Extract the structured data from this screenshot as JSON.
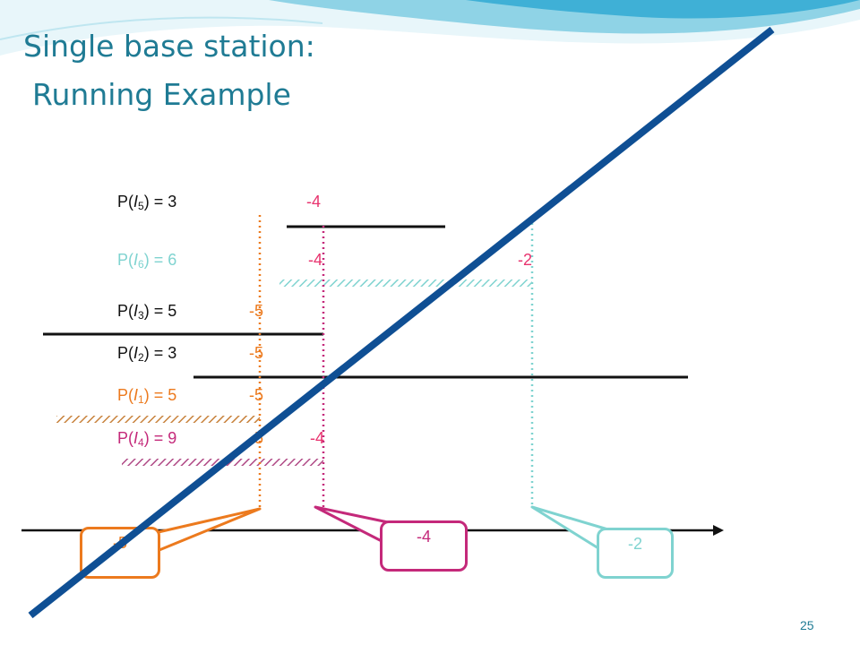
{
  "title_line1": "Single base station:",
  "title_line2": "Running Example",
  "intervals": [
    {
      "fn": "P(",
      "var": "I",
      "sub": "5",
      "suffix": ") = 3",
      "values": [
        "-4"
      ],
      "color": "#111111"
    },
    {
      "fn": "P(",
      "var": "I",
      "sub": "6",
      "suffix": ") = 6",
      "values": [
        "-4",
        "-2"
      ],
      "color": "#7fd3d0"
    },
    {
      "fn": "P(",
      "var": "I",
      "sub": "3",
      "suffix": ") = 5",
      "values": [
        "-5"
      ],
      "color": "#111111"
    },
    {
      "fn": "P(",
      "var": "I",
      "sub": "2",
      "suffix": ") = 3",
      "values": [
        "-5"
      ],
      "color": "#111111"
    },
    {
      "fn": "P(",
      "var": "I",
      "sub": "1",
      "suffix": ") = 5",
      "values": [
        "-5"
      ],
      "color": "#ec7a1e"
    },
    {
      "fn": "P(",
      "var": "I",
      "sub": "4",
      "suffix": ") = 9",
      "values": [
        "-5",
        "-4"
      ],
      "color": "#c4297a"
    }
  ],
  "callouts": [
    {
      "label": "-5",
      "color": "#ec7a1e"
    },
    {
      "label": "-4",
      "color": "#c4297a"
    },
    {
      "label": "-2",
      "color": "#7fd3d0"
    }
  ],
  "page_number": "25",
  "colors": {
    "title": "#1f7b94",
    "big_line": "#0f4f94",
    "orange": "#ec7a1e",
    "magenta": "#c4297a",
    "red": "#e8336e",
    "cyan": "#7fd3d0"
  }
}
